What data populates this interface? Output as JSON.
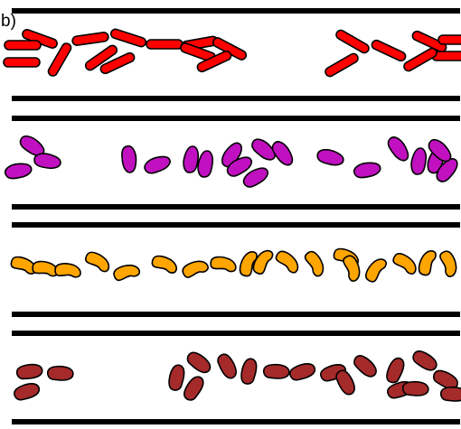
{
  "panel_label": "b)",
  "colors": {
    "wall": "#000000",
    "outline": "#000000",
    "background": "#ffffff"
  },
  "channels": [
    {
      "id": "channel-1",
      "fill": "#ff0000",
      "shape": "rod"
    },
    {
      "id": "channel-2",
      "fill": "#c010c0",
      "shape": "bean"
    },
    {
      "id": "channel-3",
      "fill": "#ffa500",
      "shape": "comma"
    },
    {
      "id": "channel-4",
      "fill": "#a52a2a",
      "shape": "wedge"
    }
  ]
}
